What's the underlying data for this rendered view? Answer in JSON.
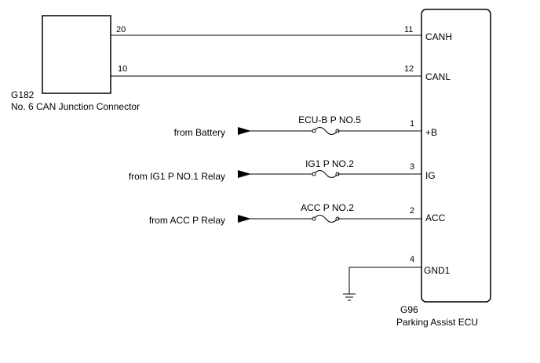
{
  "connector": {
    "code": "G182",
    "name": "No. 6 CAN Junction Connector",
    "pins": [
      {
        "pin": "20",
        "ecu_pin": "11",
        "signal": "CANH"
      },
      {
        "pin": "10",
        "ecu_pin": "12",
        "signal": "CANL"
      }
    ]
  },
  "ecu": {
    "code": "G96",
    "name": "Parking Assist ECU"
  },
  "power_inputs": [
    {
      "source": "from Battery",
      "fuse": "ECU-B P NO.5",
      "pin": "1",
      "signal": "+B"
    },
    {
      "source": "from IG1 P NO.1 Relay",
      "fuse": "IG1 P NO.2",
      "pin": "3",
      "signal": "IG"
    },
    {
      "source": "from ACC P Relay",
      "fuse": "ACC P NO.2",
      "pin": "2",
      "signal": "ACC"
    }
  ],
  "ground": {
    "pin": "4",
    "signal": "GND1"
  }
}
